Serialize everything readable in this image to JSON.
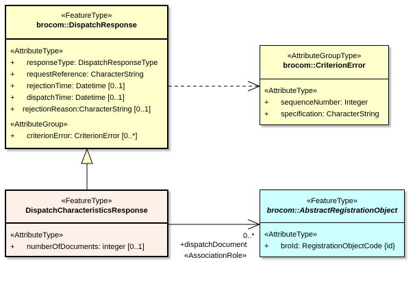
{
  "classes": {
    "dispatch_response": {
      "stereotype": "«FeatureType»",
      "name": "brocom::DispatchResponse",
      "attr_stereotype": "«AttributeType»",
      "attributes": [
        {
          "vis": "+",
          "text": "responseType: DispatchResponseType"
        },
        {
          "vis": "+",
          "text": "requestReference: CharacterString"
        },
        {
          "vis": "+",
          "text": "rejectionTime: Datetime [0..1]"
        },
        {
          "vis": "+",
          "text": "dispatchTime: Datetime [0..1]"
        },
        {
          "vis": "+",
          "text": "rejectionReason:CharacterString [0..1]"
        }
      ],
      "group_stereotype": "«AttributeGroup»",
      "groups": [
        {
          "vis": "+",
          "text": "criterionError: CriterionError [0..*]"
        }
      ],
      "color": "#ffffcc"
    },
    "criterion_error": {
      "stereotype": "«AttributeGroupType»",
      "name": "brocom::CriterionError",
      "attr_stereotype": "«AttributeType»",
      "attributes": [
        {
          "vis": "+",
          "text": "sequenceNumber: Integer"
        },
        {
          "vis": "+",
          "text": "specification: CharacterString"
        }
      ],
      "color": "#ffffcc"
    },
    "dispatch_characteristics_response": {
      "stereotype": "«FeatureType»",
      "name": "DispatchCharacteristicsResponse",
      "attr_stereotype": "«AttributeType»",
      "attributes": [
        {
          "vis": "+",
          "text": "numberOfDocuments: integer [0..1]"
        }
      ],
      "color": "#fdf0e8"
    },
    "abstract_registration_object": {
      "stereotype": "«FeatureType»",
      "name": "brocom::AbstractRegistrationObject",
      "attr_stereotype": "«AttributeType»",
      "attributes": [
        {
          "vis": "+",
          "text": "broId: RegistrationObjectCode {id}"
        }
      ],
      "color": "#ccffff"
    }
  },
  "association": {
    "multiplicity": "0..*",
    "role": "+dispatchDocument",
    "stereotype": "«AssociationRole»"
  }
}
